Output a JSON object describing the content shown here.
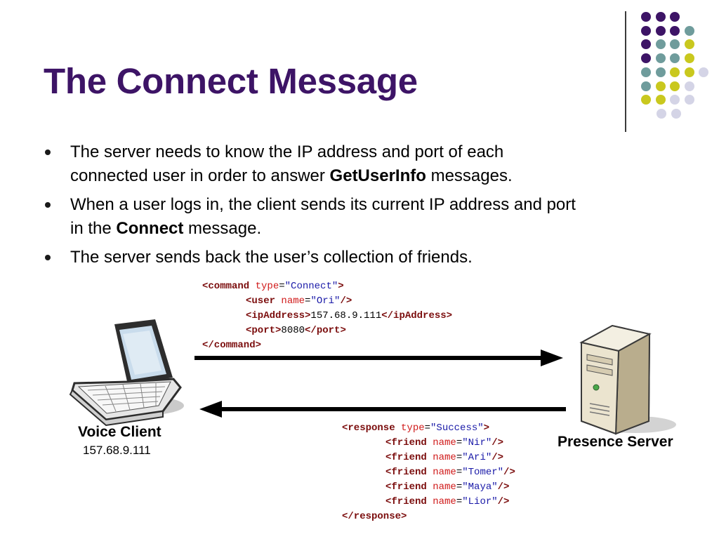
{
  "slide": {
    "title": "The Connect Message",
    "bullets": [
      {
        "lines": [
          {
            "parts": [
              {
                "text": "The server needs to know the IP address and port of each",
                "bold": false
              }
            ]
          },
          {
            "parts": [
              {
                "text": "connected user in order to answer ",
                "bold": false
              },
              {
                "text": "GetUserInfo",
                "bold": true
              },
              {
                "text": " messages.",
                "bold": false
              }
            ]
          }
        ]
      },
      {
        "lines": [
          {
            "parts": [
              {
                "text": "When a user logs in, the client sends its current IP address and port",
                "bold": false
              }
            ]
          },
          {
            "parts": [
              {
                "text": "in the ",
                "bold": false
              },
              {
                "text": "Connect",
                "bold": true
              },
              {
                "text": " message.",
                "bold": false
              }
            ]
          }
        ]
      },
      {
        "lines": [
          {
            "parts": [
              {
                "text": "The server sends back the user’s collection of friends.",
                "bold": false
              }
            ]
          }
        ]
      }
    ]
  },
  "request_xml": {
    "lines": [
      {
        "indent": 0,
        "tokens": [
          [
            "tag",
            "<command "
          ],
          [
            "attr",
            "type"
          ],
          [
            "eq",
            "="
          ],
          [
            "val",
            "\"Connect\""
          ],
          [
            "tag",
            ">"
          ]
        ]
      },
      {
        "indent": 1,
        "tokens": [
          [
            "tag",
            "<user "
          ],
          [
            "attr",
            "name"
          ],
          [
            "eq",
            "="
          ],
          [
            "val",
            "\"Ori\""
          ],
          [
            "tag",
            "/>"
          ]
        ]
      },
      {
        "indent": 1,
        "tokens": [
          [
            "tag",
            "<ipAddress>"
          ],
          [
            "txt",
            "157.68.9.111"
          ],
          [
            "tag",
            "</ipAddress>"
          ]
        ]
      },
      {
        "indent": 1,
        "tokens": [
          [
            "tag",
            "<port>"
          ],
          [
            "txt",
            "8080"
          ],
          [
            "tag",
            "</port>"
          ]
        ]
      },
      {
        "indent": 0,
        "tokens": [
          [
            "tag",
            "</command>"
          ]
        ]
      }
    ]
  },
  "response_xml": {
    "lines": [
      {
        "indent": 0,
        "tokens": [
          [
            "tag",
            "<response "
          ],
          [
            "attr",
            "type"
          ],
          [
            "eq",
            "="
          ],
          [
            "val",
            "\"Success\""
          ],
          [
            "tag",
            ">"
          ]
        ]
      },
      {
        "indent": 1,
        "tokens": [
          [
            "tag",
            "<friend "
          ],
          [
            "attr",
            "name"
          ],
          [
            "eq",
            "="
          ],
          [
            "val",
            "\"Nir\""
          ],
          [
            "tag",
            "/>"
          ]
        ]
      },
      {
        "indent": 1,
        "tokens": [
          [
            "tag",
            "<friend "
          ],
          [
            "attr",
            "name"
          ],
          [
            "eq",
            "="
          ],
          [
            "val",
            "\"Ari\""
          ],
          [
            "tag",
            "/>"
          ]
        ]
      },
      {
        "indent": 1,
        "tokens": [
          [
            "tag",
            "<friend "
          ],
          [
            "attr",
            "name"
          ],
          [
            "eq",
            "="
          ],
          [
            "val",
            "\"Tomer\""
          ],
          [
            "tag",
            "/>"
          ]
        ]
      },
      {
        "indent": 1,
        "tokens": [
          [
            "tag",
            "<friend "
          ],
          [
            "attr",
            "name"
          ],
          [
            "eq",
            "="
          ],
          [
            "val",
            "\"Maya\""
          ],
          [
            "tag",
            "/>"
          ]
        ]
      },
      {
        "indent": 1,
        "tokens": [
          [
            "tag",
            "<friend "
          ],
          [
            "attr",
            "name"
          ],
          [
            "eq",
            "="
          ],
          [
            "val",
            "\"Lior\""
          ],
          [
            "tag",
            "/>"
          ]
        ]
      },
      {
        "indent": 0,
        "tokens": [
          [
            "tag",
            "</response>"
          ]
        ]
      }
    ]
  },
  "client": {
    "name": "Voice Client",
    "ip": "157.68.9.111",
    "icon": "laptop-icon"
  },
  "server": {
    "name": "Presence Server",
    "icon": "server-tower-icon"
  },
  "colors": {
    "title": "#3d1466",
    "dot_purple": "#3d1466",
    "dot_teal": "#6f9c9c",
    "dot_lime": "#c9c81e",
    "dot_lavender": "#d4d4e6",
    "xml_tag": "#7b0d0d",
    "xml_attr": "#d01a1a",
    "xml_value": "#1a1aa8"
  },
  "decor": {
    "dot_rows": [
      [
        "purple",
        "purple",
        "purple"
      ],
      [
        "purple",
        "purple",
        "purple",
        "teal"
      ],
      [
        "purple",
        "teal",
        "teal",
        "lime"
      ],
      [
        "purple",
        "teal",
        "teal",
        "lime"
      ],
      [
        "teal",
        "teal",
        "lime",
        "lime",
        "lavender"
      ],
      [
        "teal",
        "lime",
        "lime",
        "lavender"
      ],
      [
        "lime",
        "lime",
        "lavender",
        "lavender"
      ],
      [
        "lavender",
        "lavender"
      ]
    ]
  }
}
